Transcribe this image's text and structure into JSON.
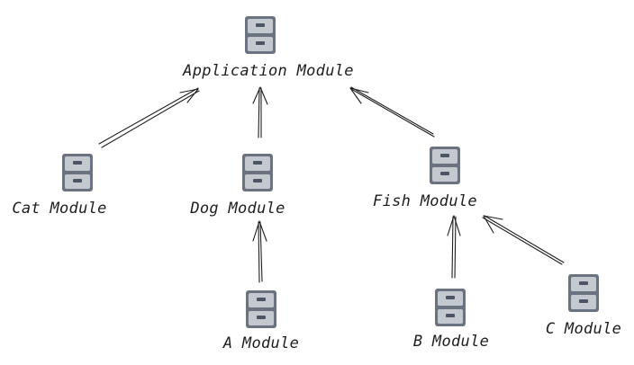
{
  "diagram": {
    "nodes": [
      {
        "id": "app",
        "label": "Application Module",
        "icon": "file-cabinet-icon"
      },
      {
        "id": "cat",
        "label": "Cat Module",
        "icon": "file-cabinet-icon"
      },
      {
        "id": "dog",
        "label": "Dog Module",
        "icon": "file-cabinet-icon"
      },
      {
        "id": "fish",
        "label": "Fish Module",
        "icon": "file-cabinet-icon"
      },
      {
        "id": "a",
        "label": "A Module",
        "icon": "file-cabinet-icon"
      },
      {
        "id": "b",
        "label": "B Module",
        "icon": "file-cabinet-icon"
      },
      {
        "id": "c",
        "label": "C Module",
        "icon": "file-cabinet-icon"
      }
    ],
    "edges": [
      {
        "from": "cat",
        "to": "app"
      },
      {
        "from": "dog",
        "to": "app"
      },
      {
        "from": "fish",
        "to": "app"
      },
      {
        "from": "a",
        "to": "dog"
      },
      {
        "from": "b",
        "to": "fish"
      },
      {
        "from": "c",
        "to": "fish"
      }
    ],
    "stroke_color": "#1e1e1e",
    "icon_colors": {
      "body": "#6b7280",
      "drawer": "#c4c9d0",
      "handle": "#4b5563"
    }
  }
}
